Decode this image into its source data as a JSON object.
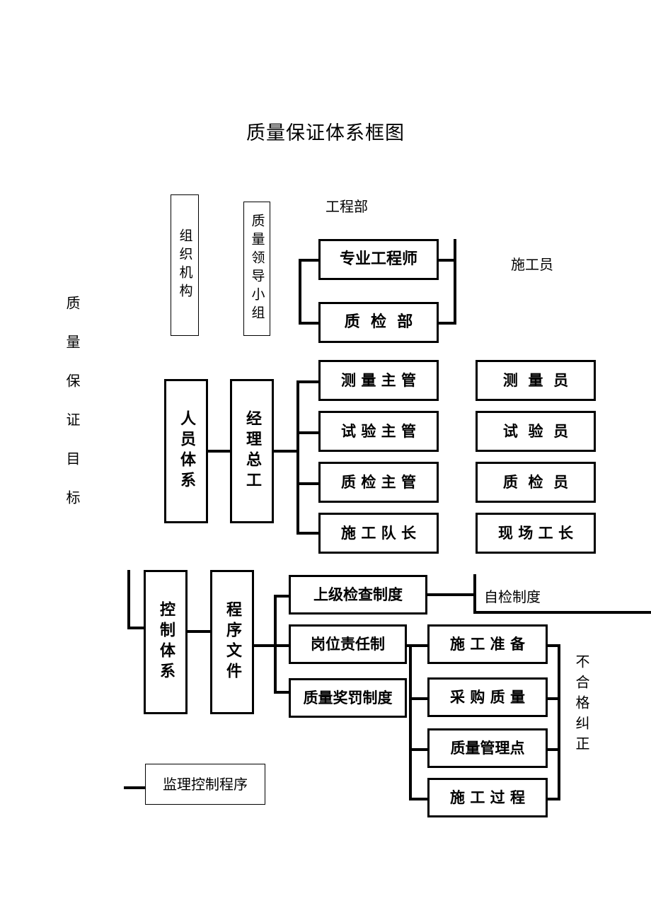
{
  "document": {
    "title": "质量保证体系框图"
  },
  "left_axis": {
    "label": "质量保证目标"
  },
  "section_labels": {
    "organization": "组织机构",
    "quality_leadership_group": "质量领导小组",
    "personnel_system": "人员体系",
    "manager_chief_engineer": "经理总工",
    "control_system": "控制体系",
    "procedure_documents": "程序文件"
  },
  "floating_labels": {
    "engineering_dept": "工程部",
    "construction_worker": "施工员",
    "self_inspection_system": "自检制度",
    "nonconformity_correction": "不合格纠正"
  },
  "top_branch": {
    "boxes": [
      {
        "label": "专业工程师"
      },
      {
        "label": "质  检  部"
      }
    ]
  },
  "supervisors": {
    "boxes": [
      {
        "label": "测 量 主 管"
      },
      {
        "label": "试 验 主 管"
      },
      {
        "label": "质 检 主 管"
      },
      {
        "label": "施 工 队 长"
      }
    ]
  },
  "staff": {
    "boxes": [
      {
        "label": "测  量  员"
      },
      {
        "label": "试  验  员"
      },
      {
        "label": "质  检  员"
      },
      {
        "label": "现 场 工 长"
      }
    ]
  },
  "procedures": {
    "boxes": [
      {
        "label": "上级检查制度"
      },
      {
        "label": "岗位责任制"
      },
      {
        "label": "质量奖罚制度"
      }
    ]
  },
  "process_control": {
    "boxes": [
      {
        "label": "施 工 准 备"
      },
      {
        "label": "采 购 质 量"
      },
      {
        "label": "质量管理点"
      },
      {
        "label": "施 工 过 程"
      }
    ]
  },
  "supervision": {
    "box": {
      "label": "监理控制程序"
    }
  },
  "colors": {
    "ink": "#000000",
    "paper": "#ffffff"
  }
}
